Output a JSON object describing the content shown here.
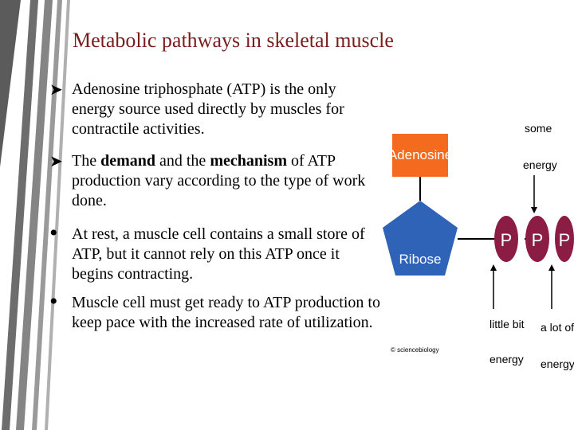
{
  "title": "Metabolic pathways in skeletal muscle",
  "bullets": [
    {
      "marker": "arrow",
      "parts": [
        "Adenosine triphosphate (ATP) is the only energy source used directly by muscles for contractile activities."
      ]
    },
    {
      "marker": "arrow",
      "parts": [
        "The ",
        "demand",
        " and the ",
        "mechanism",
        " of ATP production vary according to the type of work done."
      ]
    },
    {
      "marker": "dot",
      "parts": [
        "At rest, a muscle cell contains a small store of ATP, but it cannot rely on this ATP once it begins contracting."
      ]
    },
    {
      "marker": "dot",
      "parts": [
        "Muscle cell must get ready to ATP production to keep pace with the increased rate of utilization."
      ]
    }
  ],
  "diagram": {
    "adenosine": "Adenosine",
    "ribose": "Ribose",
    "phosphates": [
      "P",
      "P",
      "P"
    ],
    "some_energy": [
      "some",
      "energy"
    ],
    "little_bit_energy": [
      "little bit",
      "energy"
    ],
    "alot_energy": [
      "a lot of",
      "energy"
    ],
    "copyright": "© sciencebiology"
  },
  "colors": {
    "title": "#7b1c1c",
    "adenosine_box": "#f46a1e",
    "ribose": "#2e63b8",
    "phosphate": "#8b1c44",
    "stripe_gray": "#6d6d6d"
  }
}
